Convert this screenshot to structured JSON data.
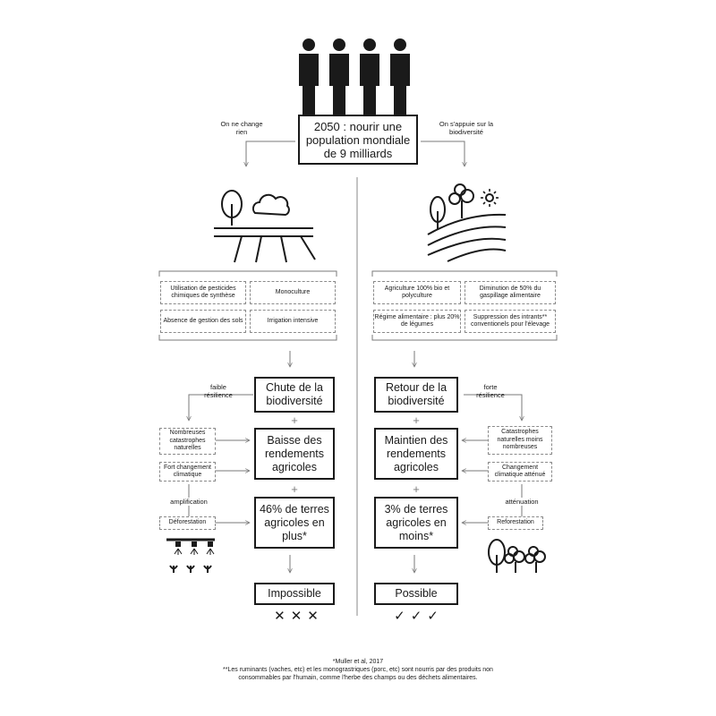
{
  "top": {
    "title": "2050 : nourir une population mondiale de 9 milliards",
    "branch_left": "On ne change rien",
    "branch_right": "On s'appuie sur la biodiversité"
  },
  "left": {
    "practices": [
      "Utilisation de pesticides chimiques de synthèse",
      "Monoculture",
      "Absence de gestion des sols",
      "Irrigation intensive"
    ],
    "step1": "Chute de la biodiversité",
    "step2": "Baisse des rendements agricoles",
    "step3": "46% de terres agricoles en plus*",
    "result": "Impossible",
    "result_marks": "✕✕✕",
    "resilience": "faible résilience",
    "side1": "Nombreuses catastrophes naturelles",
    "side2": "Fort changement climatique",
    "amplification": "amplification",
    "side3": "Déforestation"
  },
  "right": {
    "practices": [
      "Agriculture 100% bio et polyculture",
      "Diminution de 50% du gaspillage alimentaire",
      "Régime alimentaire : plus 20% de légumes",
      "Suppression des intrants** conventionels pour l'élevage"
    ],
    "step1": "Retour de la biodiversité",
    "step2": "Maintien des rendements agricoles",
    "step3": "3% de terres agricoles en moins*",
    "result": "Possible",
    "result_marks": "✓✓✓",
    "resilience": "forte résilience",
    "side1": "Catastrophes naturelles moins nombreuses",
    "side2": "Changement climatique atténué",
    "attenuation": "atténuation",
    "side3": "Reforestation"
  },
  "footnotes": {
    "note1": "*Muller et al, 2017",
    "note2": "**Les ruminants (vaches, etc) et les monograstriques (porc, etc) sont nourris par des produits non consommables par l'humain, comme l'herbe des champs ou des déchets alimentaires."
  }
}
